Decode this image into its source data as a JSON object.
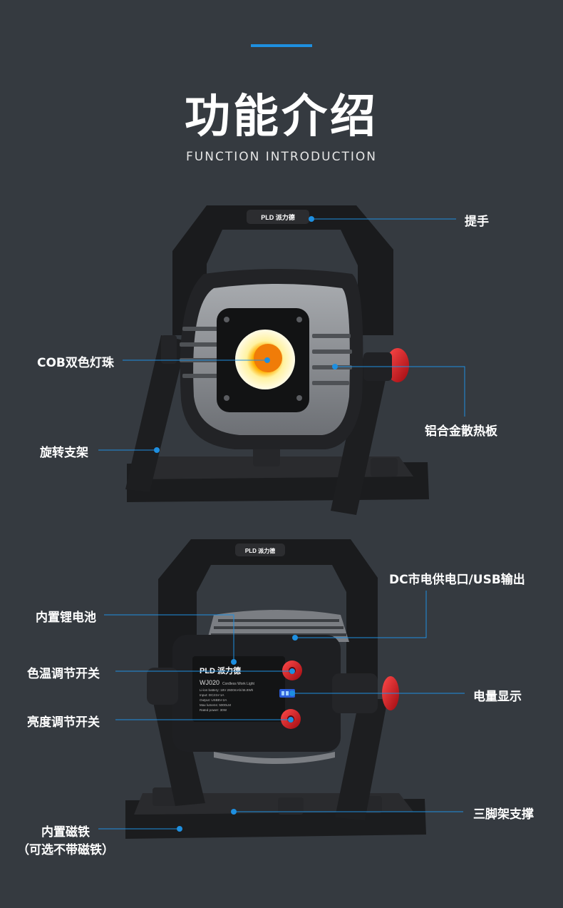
{
  "header": {
    "title": "功能介绍",
    "subtitle": "FUNCTION INTRODUCTION"
  },
  "colors": {
    "accent": "#1e8fe0",
    "background": "#353a40",
    "knob_red": "#d3131b"
  },
  "product": {
    "top_logo": "PLD 派力德",
    "label_brand": "PLD 派力德",
    "model": "WJ020",
    "model_desc": "Cordless Work Light",
    "spec_lines": [
      "Li-ion battery: 18V 2600mAh/46.8Wh",
      "Input: DC21V-1A",
      "Output: USB5V-2A",
      "Max lumens: 5000LM",
      "Rated power: 30W"
    ]
  },
  "callouts_front": {
    "handle": "提手",
    "cob": "COB双色灯珠",
    "heatsink": "铝合金散热板",
    "stand": "旋转支架"
  },
  "callouts_back": {
    "dc_usb": "DC市电供电口/USB输出",
    "battery": "内置锂电池",
    "color_temp_switch": "色温调节开关",
    "power_display": "电量显示",
    "brightness_switch": "亮度调节开关",
    "tripod": "三脚架支撑",
    "magnet_line1": "内置磁铁",
    "magnet_line2": "（可选不带磁铁）"
  }
}
